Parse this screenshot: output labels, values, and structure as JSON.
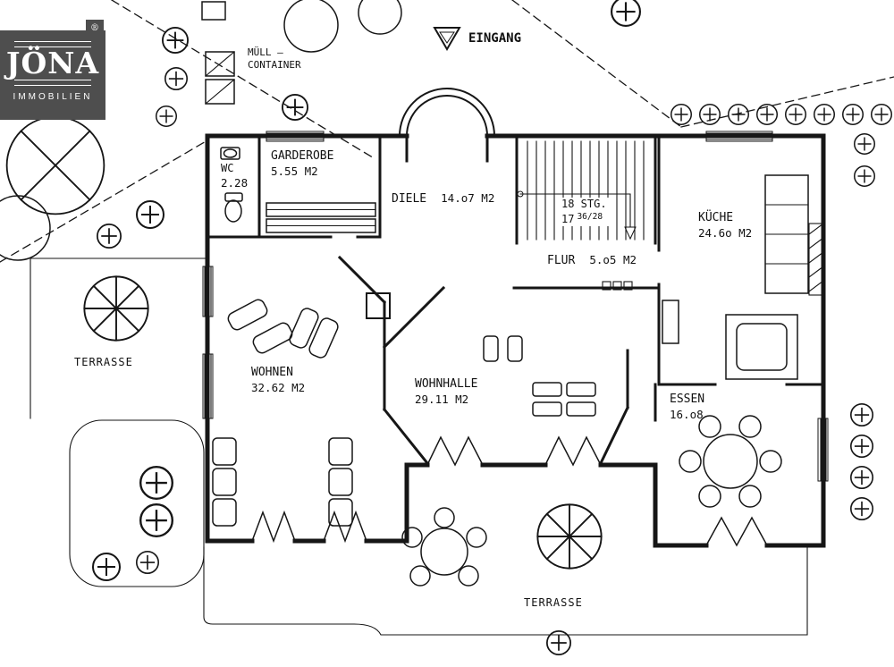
{
  "logo": {
    "name": "JÖNA",
    "subtitle": "IMMOBILIEN",
    "registered": "®"
  },
  "labels": {
    "entrance": "EINGANG",
    "muell1": "MÜLL –",
    "muell2": "CONTAINER",
    "terrasse_left": "TERRASSE",
    "terrasse_bottom": "TERRASSE"
  },
  "rooms": {
    "wc": {
      "name": "WC",
      "area": "2.28"
    },
    "garderobe": {
      "name": "GARDEROBE",
      "area": "5.55 M2"
    },
    "diele": {
      "name": "DIELE",
      "area": "14.o7 M2"
    },
    "kueche": {
      "name": "KÜCHE",
      "area": "24.6o M2"
    },
    "flur": {
      "name": "FLUR",
      "area": "5.o5 M2"
    },
    "wohnen": {
      "name": "WOHNEN",
      "area": "32.62 M2"
    },
    "wohnhalle": {
      "name": "WOHNHALLE",
      "area": "29.11 M2"
    },
    "essen": {
      "name": "ESSEN",
      "area": "16.o8"
    }
  },
  "stairs": {
    "steps": "18 STG.",
    "count": "17",
    "dims": "36/28"
  },
  "colors": {
    "ink": "#161616",
    "logo_bg": "#4e4e4e"
  }
}
